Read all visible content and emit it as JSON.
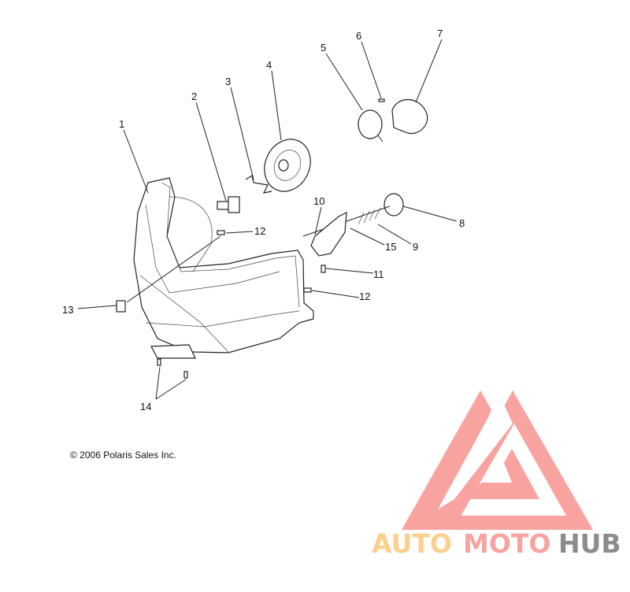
{
  "diagram": {
    "callouts": [
      {
        "id": "1",
        "label": "1"
      },
      {
        "id": "2",
        "label": "2"
      },
      {
        "id": "3",
        "label": "3"
      },
      {
        "id": "4",
        "label": "4"
      },
      {
        "id": "5",
        "label": "5"
      },
      {
        "id": "6",
        "label": "6"
      },
      {
        "id": "7",
        "label": "7"
      },
      {
        "id": "8",
        "label": "8"
      },
      {
        "id": "9",
        "label": "9"
      },
      {
        "id": "10",
        "label": "10"
      },
      {
        "id": "11",
        "label": "11"
      },
      {
        "id": "12a",
        "label": "12"
      },
      {
        "id": "12b",
        "label": "12"
      },
      {
        "id": "13",
        "label": "13"
      },
      {
        "id": "14",
        "label": "14"
      },
      {
        "id": "15",
        "label": "15"
      }
    ],
    "copyright": "© 2006 Polaris Sales Inc."
  },
  "watermark": {
    "part1": "AUTO",
    "part2": "MOTO",
    "part3": "HUB",
    "colors": {
      "auto": "#fccf8a",
      "moto": "#f9a3a0",
      "hub": "#8c8c8c",
      "triangle": "#f9a3a0"
    }
  }
}
